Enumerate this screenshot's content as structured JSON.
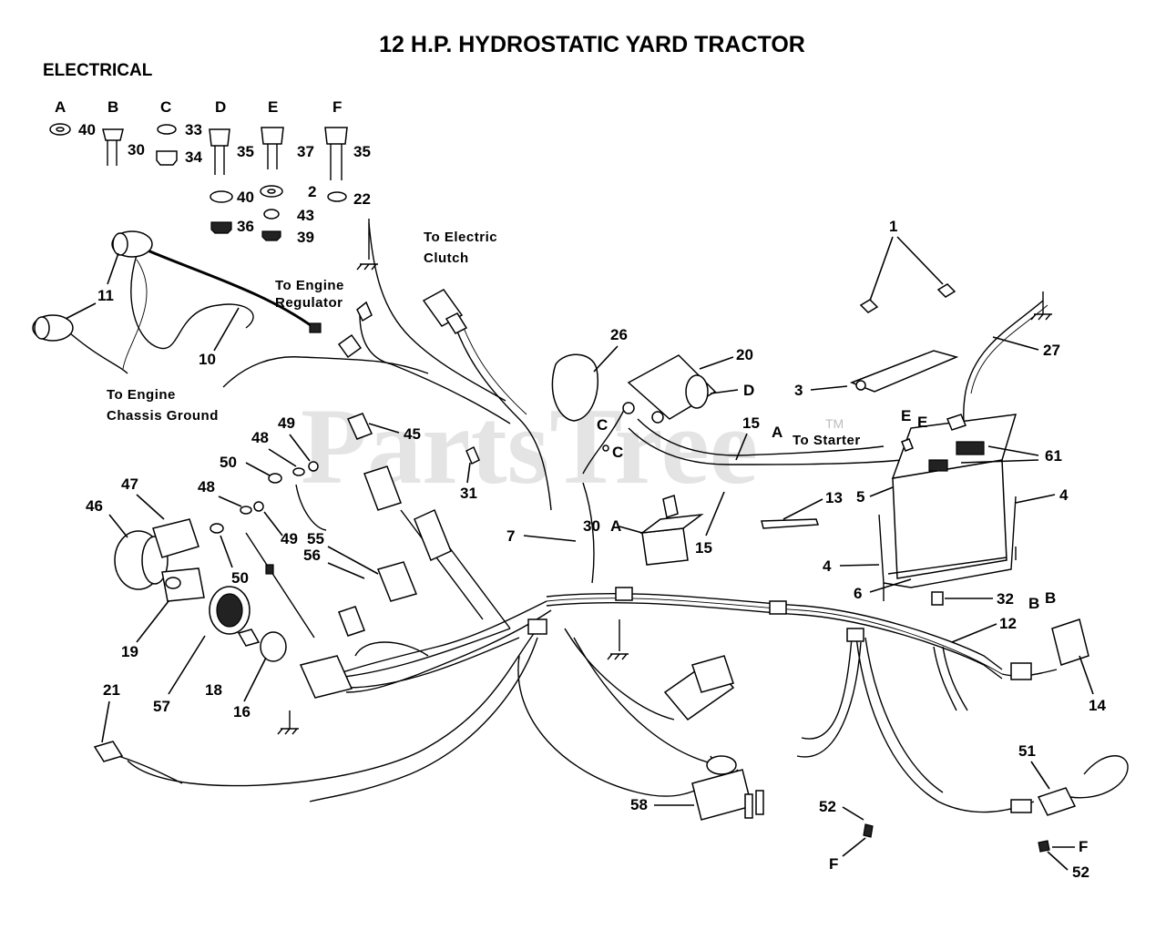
{
  "title": "12 H.P. HYDROSTATIC YARD TRACTOR",
  "section": "ELECTRICAL",
  "watermark": "PartsTree",
  "trademark": "TM",
  "hardware": {
    "letters": [
      "A",
      "B",
      "C",
      "D",
      "E",
      "F"
    ],
    "numbers": [
      "40",
      "30",
      "33",
      "34",
      "35",
      "37",
      "35",
      "40",
      "2",
      "22",
      "36",
      "43",
      "39"
    ]
  },
  "notes": {
    "electric_clutch": [
      "To Electric",
      "Clutch"
    ],
    "engine_regulator": [
      "To Engine",
      "Regulator"
    ],
    "chassis_ground": [
      "To Engine",
      "Chassis Ground"
    ],
    "starter": "To Starter"
  },
  "callouts": {
    "c1": "1",
    "c3": "3",
    "c4a": "4",
    "c4b": "4",
    "c5": "5",
    "c6": "6",
    "c7": "7",
    "c10": "10",
    "c11": "11",
    "c12": "12",
    "c13": "13",
    "c14": "14",
    "c15a": "15",
    "c15b": "15",
    "c16": "16",
    "c18": "18",
    "c19": "19",
    "c20": "20",
    "c21": "21",
    "c26": "26",
    "c27": "27",
    "c30": "30",
    "c31": "31",
    "c32": "32",
    "c45": "45",
    "c46": "46",
    "c47": "47",
    "c48a": "48",
    "c48b": "48",
    "c49a": "49",
    "c49b": "49",
    "c50a": "50",
    "c50b": "50",
    "c51": "51",
    "c52a": "52",
    "c52b": "52",
    "c55": "55",
    "c56": "56",
    "c57": "57",
    "c58": "58",
    "c61": "61"
  },
  "letter_tags": {
    "d": "D",
    "a15": "A",
    "c1": "C",
    "c2": "C",
    "e1": "E",
    "e2": "E",
    "a30": "A",
    "b1": "B",
    "b2": "B",
    "f1": "F",
    "f2": "F"
  }
}
